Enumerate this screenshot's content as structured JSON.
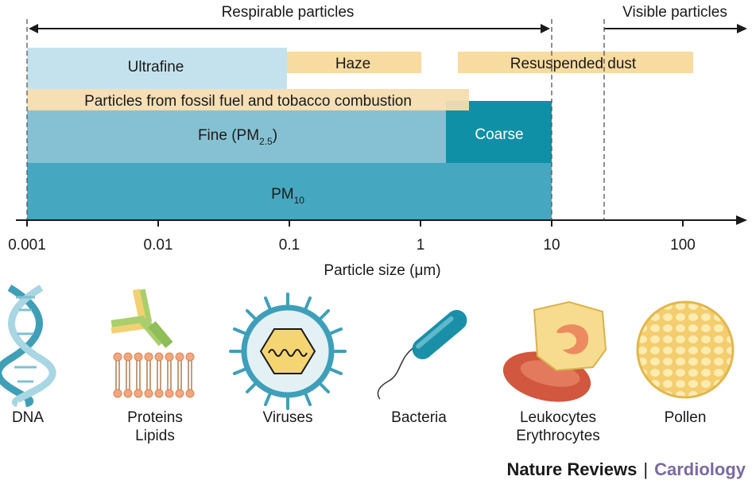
{
  "ranges": {
    "respirable": "Respirable particles",
    "visible": "Visible particles"
  },
  "bands": {
    "ultrafine": "Ultrafine",
    "haze": "Haze",
    "resuspended_dust": "Resuspended dust",
    "fossil": "Particles from fossil fuel and tobacco combustion",
    "fine_main": "Fine (PM",
    "fine_sub": "2.5",
    "fine_close": ")",
    "coarse": "Coarse",
    "pm10_main": "PM",
    "pm10_sub": "10"
  },
  "axis": {
    "ticks": [
      "0.001",
      "0.01",
      "0.1",
      "1",
      "10",
      "100"
    ],
    "label": "Particle size (μm)"
  },
  "examples": {
    "dna": "DNA",
    "proteins": "Proteins",
    "lipids": "Lipids",
    "viruses": "Viruses",
    "bacteria": "Bacteria",
    "leukocytes": "Leukocytes",
    "erythrocytes": "Erythrocytes",
    "pollen": "Pollen"
  },
  "credit": {
    "publisher": "Nature Reviews",
    "separator": "|",
    "journal": "Cardiology"
  },
  "colors": {
    "ultrafine": "#c4e2ee",
    "fine": "#86c1d3",
    "coarse": "#0f90a6",
    "pm10": "#45a8c0",
    "haze": "#f8dba1",
    "fossil": "#f5ddb0",
    "journal": "#7b6aa3"
  }
}
